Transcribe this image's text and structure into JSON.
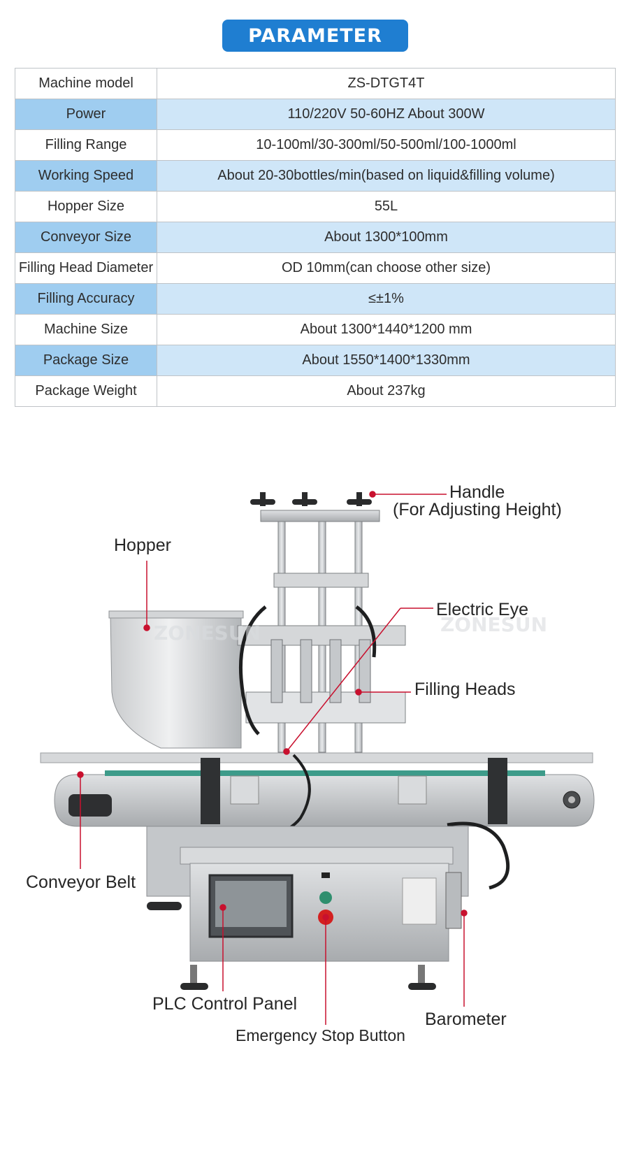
{
  "header": {
    "title": "PARAMETER"
  },
  "parameters": [
    {
      "label": "Machine model",
      "value": "ZS-DTGT4T"
    },
    {
      "label": "Power",
      "value": "110/220V 50-60HZ About 300W"
    },
    {
      "label": "Filling Range",
      "value": "10-100ml/30-300ml/50-500ml/100-1000ml"
    },
    {
      "label": "Working Speed",
      "value": "About 20-30bottles/min(based on liquid&filling volume)"
    },
    {
      "label": "Hopper Size",
      "value": "55L"
    },
    {
      "label": "Conveyor Size",
      "value": "About 1300*100mm"
    },
    {
      "label": "Filling Head Diameter",
      "value": "OD 10mm(can choose other size)"
    },
    {
      "label": "Filling Accuracy",
      "value": "≤±1%"
    },
    {
      "label": "Machine Size",
      "value": "About 1300*1440*1200 mm"
    },
    {
      "label": "Package Size",
      "value": "About 1550*1400*1330mm"
    },
    {
      "label": "Package Weight",
      "value": "About 237kg"
    }
  ],
  "callouts": {
    "handle": "Handle",
    "handle_note": "(For Adjusting Height)",
    "hopper": "Hopper",
    "electric_eye": "Electric Eye",
    "filling_heads": "Filling Heads",
    "conveyor_belt": "Conveyor Belt",
    "plc_panel": "PLC Control Panel",
    "barometer": "Barometer",
    "emergency_stop": "Emergency Stop Button"
  },
  "watermark": "ZONESUN",
  "colors": {
    "title_bg": "#1f7ed1",
    "label_shade": "#9fcdf0",
    "value_shade": "#cfe6f8",
    "callout_line": "#c8102e"
  }
}
